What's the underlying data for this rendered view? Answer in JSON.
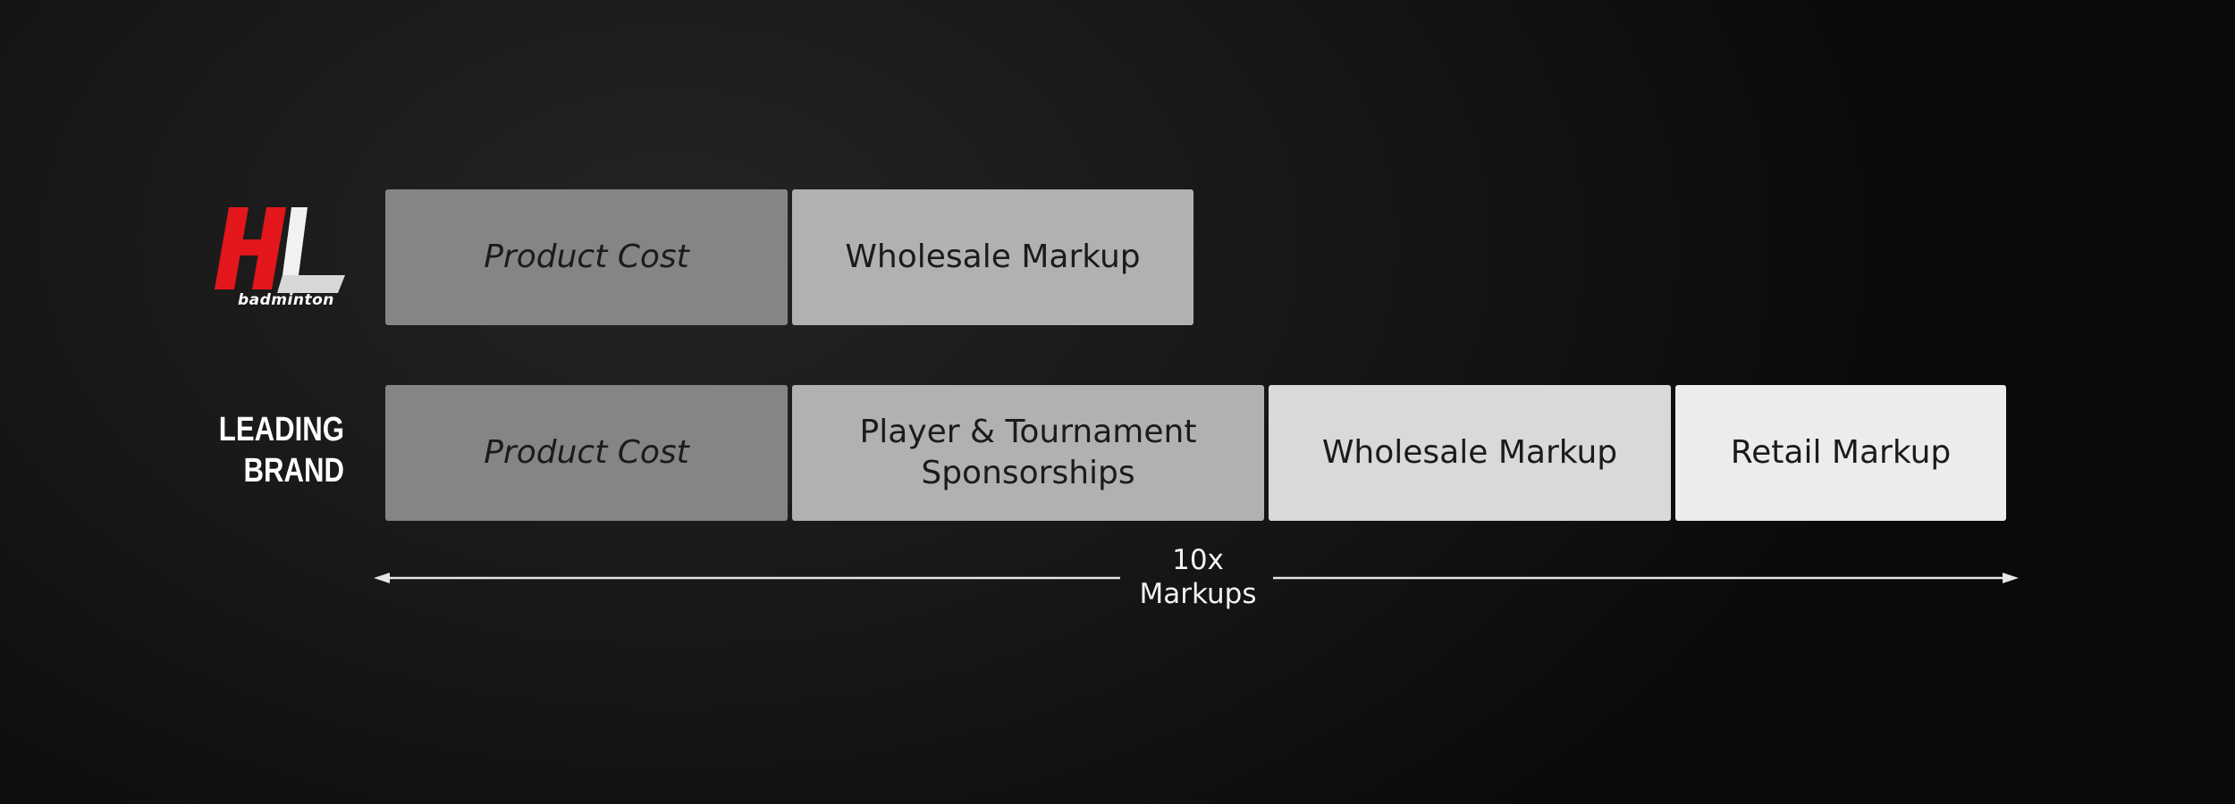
{
  "logo": {
    "icon": "hl-badminton-logo",
    "wordmark": "badminton",
    "brand_red": "#e3161b"
  },
  "rows": [
    {
      "label": "",
      "segments": [
        {
          "text": "Product Cost",
          "italic": true
        },
        {
          "text": "Wholesale Markup",
          "italic": false
        }
      ]
    },
    {
      "label": "LEADING\nBRAND",
      "segments": [
        {
          "text": "Product Cost",
          "italic": true
        },
        {
          "text": "Player & Tournament\nSponsorships",
          "italic": false
        },
        {
          "text": "Wholesale Markup",
          "italic": false
        },
        {
          "text": "Retail Markup",
          "italic": false
        }
      ]
    }
  ],
  "span": {
    "label": "10x\nMarkups"
  },
  "colors": {
    "product_cost": "#858585",
    "sponsorships": "#b1b1b1",
    "wholesale": "#d9d9d9",
    "retail": "#ececec"
  }
}
